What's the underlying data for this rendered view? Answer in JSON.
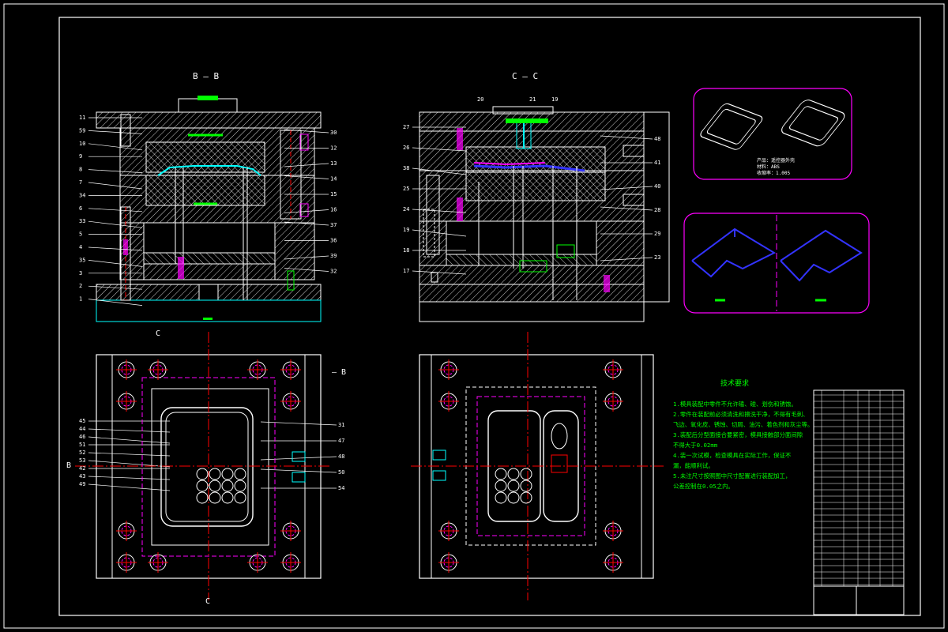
{
  "drawing": {
    "views": {
      "section_bb": "B — B",
      "section_cc": "C — C"
    },
    "cut_markers": {
      "c_top": "C",
      "c_bottom": "C",
      "b_left": "B",
      "b_right": "— B"
    },
    "callouts_bb_left": [
      "11",
      "59",
      "10",
      "9",
      "8",
      "7",
      "34",
      "6",
      "33",
      "5",
      "4",
      "35",
      "3",
      "2",
      "1"
    ],
    "callouts_bb_right": [
      "30",
      "12",
      "13",
      "14",
      "15",
      "16",
      "37",
      "36",
      "39",
      "32"
    ],
    "callouts_cc_left": [
      "27",
      "26",
      "38",
      "25",
      "24",
      "19",
      "18",
      "17"
    ],
    "callouts_cc_top": [
      "20",
      "21",
      "19"
    ],
    "callouts_cc_right": [
      "48",
      "41",
      "40",
      "28",
      "29",
      "23"
    ],
    "callouts_plan_left": [
      "45",
      "44",
      "46",
      "51",
      "52",
      "53",
      "42",
      "43",
      "49"
    ],
    "callouts_plan_right": [
      "31",
      "47",
      "48",
      "50",
      "54"
    ],
    "tech_requirements": {
      "title": "技术要求",
      "lines": [
        "1.模具装配中零件不允许磕、碰、划伤和锈蚀。",
        "2.零件在装配前必须清洗和擦洗干净，不得有毛刺、",
        "飞边、氧化皮、锈蚀、切屑、油污、着色剂和灰尘等。",
        "3.装配后分型面接合要紧密，模具接触部分面间隙",
        "不得大于0.02mm",
        "4.装一次试模，检查模具在实际工作，保证不",
        "漏，能顺利试。",
        "5.未注尺寸按照图中尺寸配置进行装配加工，",
        "公差控制在0.05之内。"
      ]
    },
    "product_box": {
      "line1": "产品：遥控器外壳",
      "line2": "材料：ABS",
      "line3": "收缩率：1.005"
    },
    "colors": {
      "background": "#000000",
      "outline": "#ffffff",
      "hatch": "#ffffff",
      "accent_magenta": "#ff00ff",
      "accent_green": "#00ff00",
      "accent_blue": "#3333ff",
      "accent_cyan": "#00ffff",
      "accent_red": "#ff0000",
      "accent_yellow": "#ffff00"
    }
  }
}
